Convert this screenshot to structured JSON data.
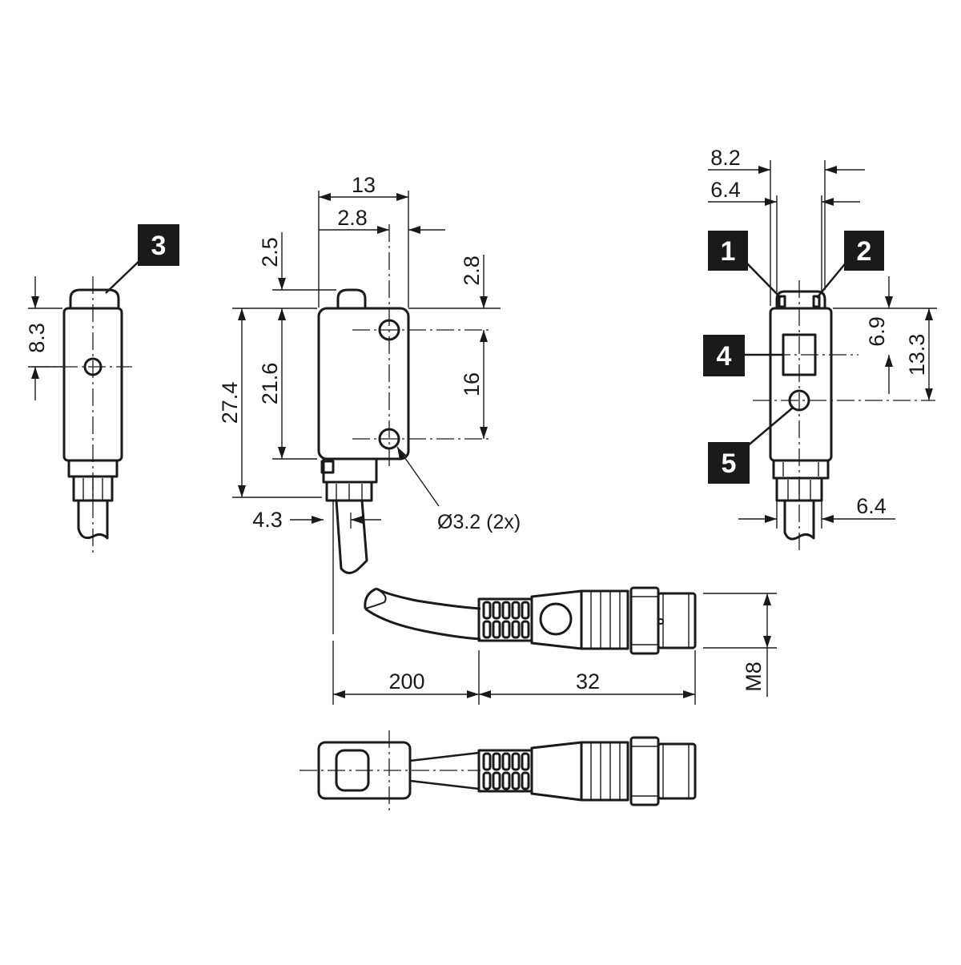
{
  "dimensions": {
    "side_8_3": "8.3",
    "front_13": "13",
    "front_2_8_top": "2.8",
    "front_2_5": "2.5",
    "front_2_8_right": "2.8",
    "front_27_4": "27.4",
    "front_21_6": "21.6",
    "front_16": "16",
    "front_4_3": "4.3",
    "hole_diameter": "Ø3.2 (2x)",
    "cable_200": "200",
    "connector_32": "32",
    "thread_m8": "M8",
    "back_8_2": "8.2",
    "back_6_4_top": "6.4",
    "back_6_9": "6.9",
    "back_13_3": "13.3",
    "back_6_4_bottom": "6.4"
  },
  "callouts": [
    "1",
    "2",
    "3",
    "4",
    "5"
  ]
}
